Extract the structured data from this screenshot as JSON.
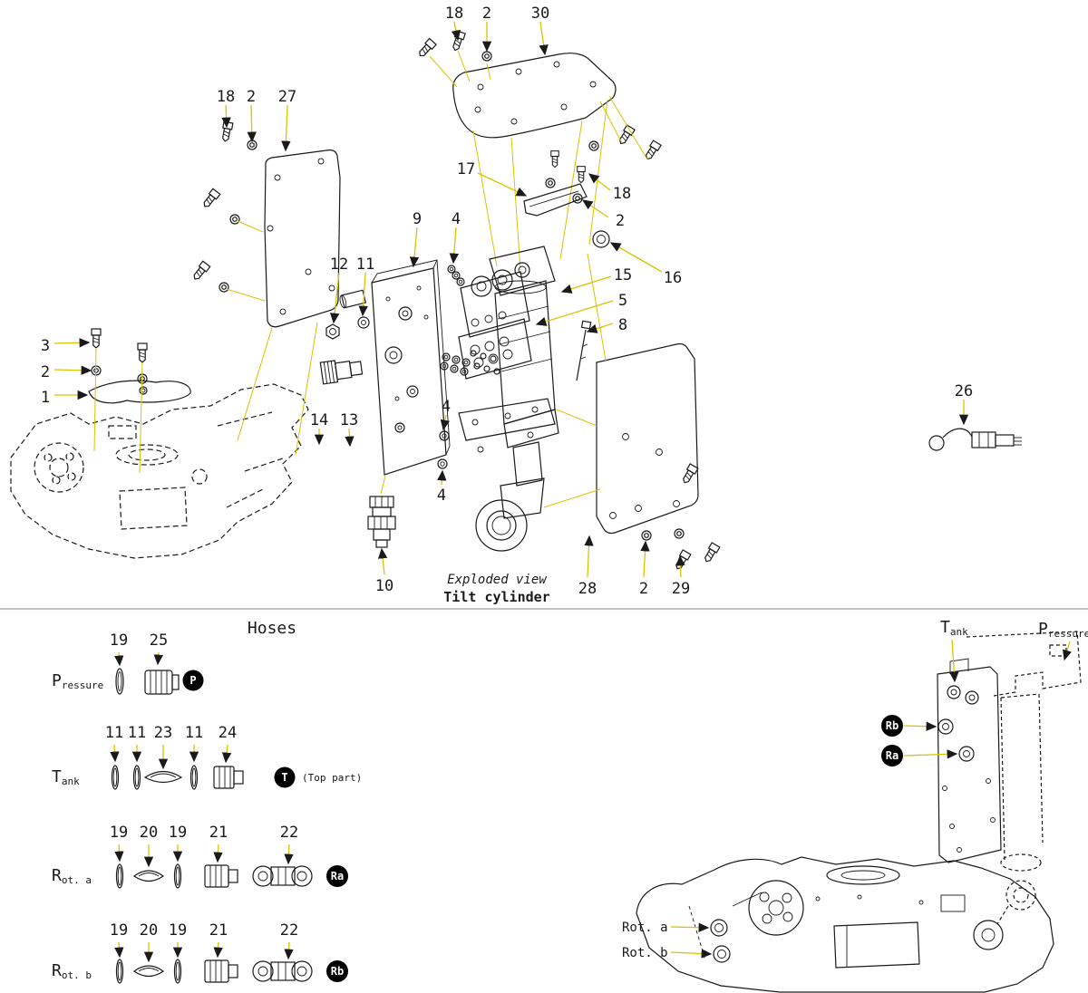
{
  "colors": {
    "ink": "#1a1a1a",
    "leader_line": "#d9c300",
    "badge_bg": "#000000",
    "badge_text": "#ffffff"
  },
  "exploded": {
    "caption_italic": "Exploded view",
    "caption_bold": "Tilt cylinder",
    "callouts": [
      "18",
      "2",
      "30",
      "18",
      "2",
      "27",
      "17",
      "18",
      "2",
      "9",
      "4",
      "15",
      "16",
      "5",
      "8",
      "12",
      "11",
      "3",
      "2",
      "1",
      "14",
      "13",
      "4",
      "4",
      "10",
      "28",
      "2",
      "29",
      "26"
    ]
  },
  "hoses": {
    "title": "Hoses",
    "rows": [
      {
        "label_main": "P",
        "label_sub": "ressure",
        "badge": "P",
        "note": "",
        "numbers": [
          "19",
          "25"
        ]
      },
      {
        "label_main": "T",
        "label_sub": "ank",
        "badge": "T",
        "note": "(Top part)",
        "numbers": [
          "11",
          "11",
          "23",
          "11",
          "24"
        ]
      },
      {
        "label_main": "R",
        "label_sub": "ot. a",
        "badge": "Ra",
        "note": "",
        "numbers": [
          "19",
          "20",
          "19",
          "21",
          "22"
        ]
      },
      {
        "label_main": "R",
        "label_sub": "ot. b",
        "badge": "Rb",
        "note": "",
        "numbers": [
          "19",
          "20",
          "19",
          "21",
          "22"
        ]
      }
    ]
  },
  "assembled": {
    "tank_main": "T",
    "tank_sub": "ank",
    "pressure_main": "P",
    "pressure_sub": "ressure",
    "badge_rb": "Rb",
    "badge_ra": "Ra",
    "rot_a": "Rot. a",
    "rot_b": "Rot. b"
  }
}
